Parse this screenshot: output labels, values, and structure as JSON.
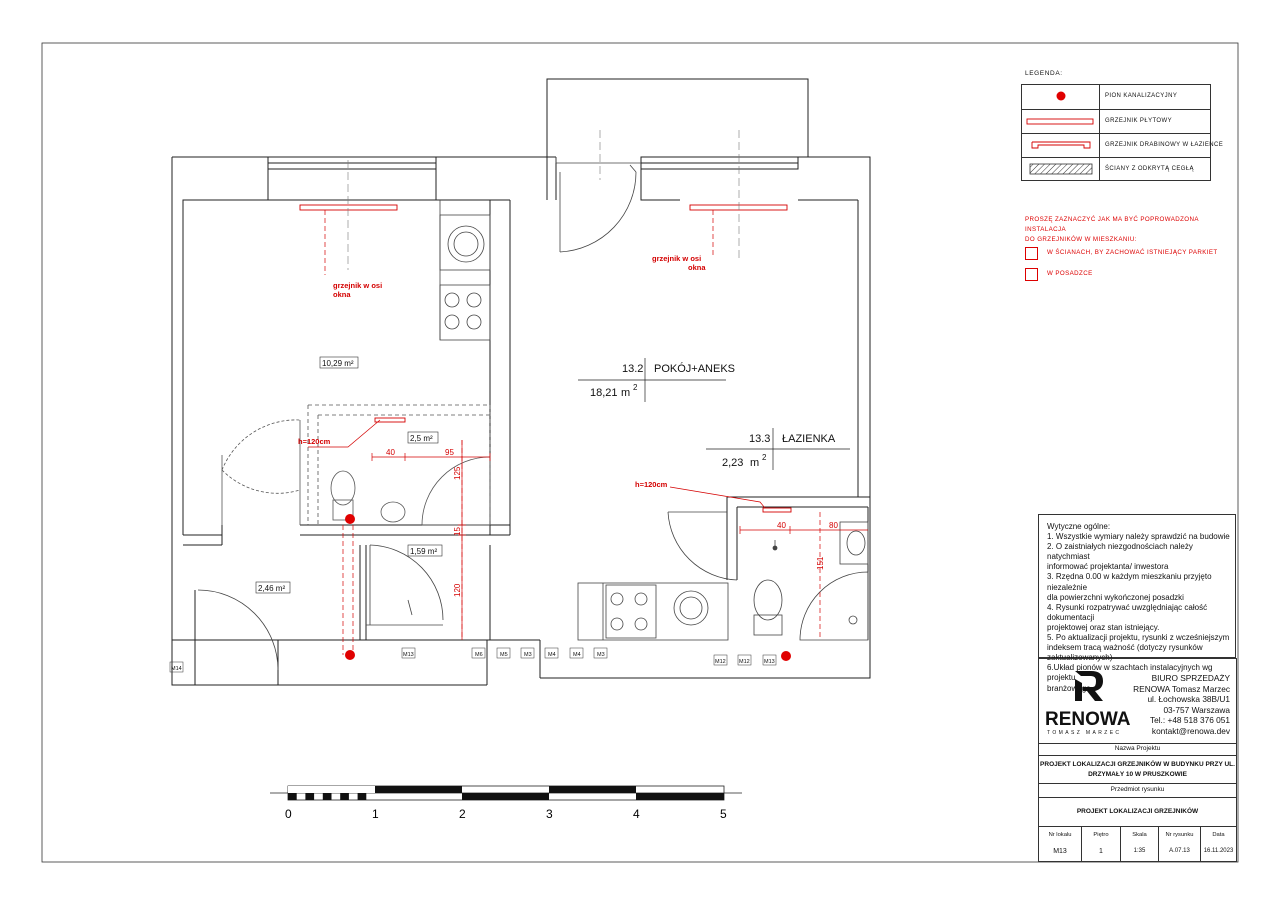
{
  "legend": {
    "title": "LEGENDA:",
    "items": [
      {
        "icon": "red-dot",
        "label": "PION KANALIZACYJNY"
      },
      {
        "icon": "panel-radiator",
        "label": "GRZEJNIK PŁYTOWY"
      },
      {
        "icon": "ladder-radiator",
        "label": "GRZEJNIK DRABINOWY W ŁAZIENCE"
      },
      {
        "icon": "hatched-wall",
        "label": "ŚCIANY Z ODKRYTĄ CEGŁĄ"
      }
    ]
  },
  "installation_note": {
    "line1": "PROSZĘ ZAZNACZYĆ JAK MA BYĆ POPROWADZONA INSTALACJA",
    "line2": "DO GRZEJNIKÓW W MIESZKANIU:",
    "options": [
      "W ŚCIANACH, BY ZACHOWAĆ ISTNIEJĄCY PARKIET",
      "W POSADZCE"
    ]
  },
  "guidelines": {
    "title": "Wytyczne ogólne:",
    "lines": [
      "1. Wszystkie wymiary należy sprawdzić na budowie",
      "2. O zaistniałych niezgodnościach należy natychmiast",
      "informować projektanta/ inwestora",
      "3. Rzędna 0.00 w każdym mieszkaniu przyjęto niezależnie",
      "dla powierzchni wykończonej posadzki",
      "4. Rysunki rozpatrywać uwzględniając całość dokumentacji",
      "projektowej oraz stan istniejący.",
      "5. Po aktualizacji projektu, rysunki z wcześniejszym",
      "indeksem tracą ważność (dotyczy rysunków",
      "zaktualizowanych)",
      "6.Układ pionów w szachtach instalacyjnych wg projektu",
      "branżowego"
    ]
  },
  "title_block": {
    "logo_text": "RENOWA",
    "logo_subtext": "TOMASZ MARZEC",
    "company_lines": [
      "BIURO SPRZEDAŻY",
      "RENOWA Tomasz Marzec",
      "ul. Łochowska 38B/U1",
      "03-757 Warszawa",
      "Tel.: +48 518 376 051",
      "kontakt@renowa.dev"
    ],
    "project_label": "Nazwa Projektu",
    "project_line1": "PROJEKT LOKALIZACJI GRZEJNIKÓW W BUDYNKU PRZY UL.",
    "project_line2": "DRZYMAŁY 10 W PRUSZKOWIE",
    "subject_label": "Przedmiot rysunku",
    "subject_value": "PROJEKT LOKALIZACJI GRZEJNIKÓW",
    "cells": [
      {
        "label": "Nr lokalu",
        "value": "M13"
      },
      {
        "label": "Piętro",
        "value": "1"
      },
      {
        "label": "Skala",
        "value": "1:35"
      },
      {
        "label": "Nr rysunku",
        "value": "A.07.13"
      },
      {
        "label": "Data",
        "value": "16.11.2023"
      }
    ]
  },
  "plan": {
    "room_main_number": "13.2",
    "room_main_name": "POKÓJ+ANEKS",
    "room_main_area": "18,21",
    "room_bath_number": "13.3",
    "room_bath_name": "ŁAZIENKA",
    "room_bath_area": "2,23",
    "area_unit": "m",
    "area_sup": "2",
    "area_left_room": "10,29 m²",
    "area_small_bath": "2,5 m²",
    "area_hall": "1,59 m²",
    "area_entry": "2,46 m²",
    "note_axis_left_1": "grzejnik w osi",
    "note_axis_left_2": "okna",
    "note_axis_right_1": "grzejnik w osi",
    "note_axis_right_2": "okna",
    "height_left": "h=120cm",
    "height_right": "h=120cm",
    "dim_40_left": "40",
    "dim_95": "95",
    "dim_125": "125",
    "dim_15": "15",
    "dim_120": "120",
    "dim_40_right": "40",
    "dim_80": "80",
    "dim_151": "151",
    "meters": [
      "M14",
      "M13",
      "M6",
      "M5",
      "M3",
      "M4",
      "M4",
      "M3",
      "M12",
      "M12",
      "M13"
    ]
  },
  "scale_bar": {
    "labels": [
      "0",
      "1",
      "2",
      "3",
      "4",
      "5"
    ]
  },
  "colors": {
    "accent_red": "#d40000",
    "line": "#333333"
  }
}
